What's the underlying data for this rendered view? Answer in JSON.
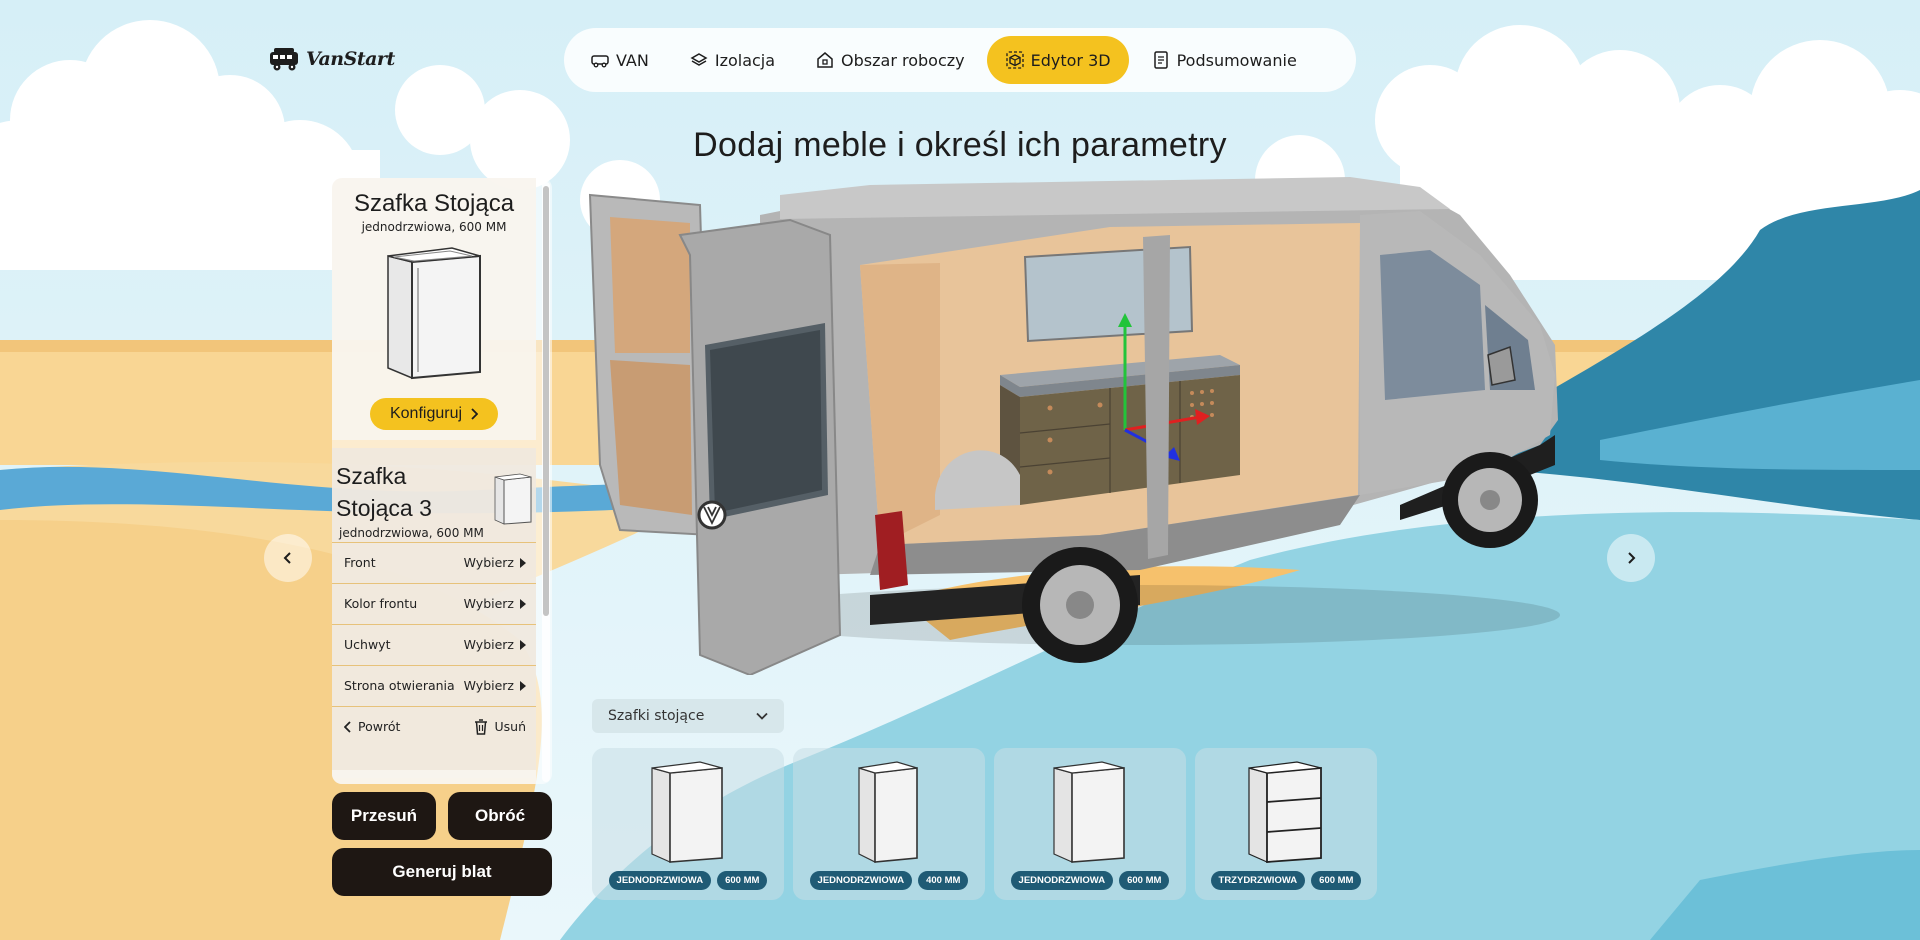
{
  "brand": {
    "name": "VanStart"
  },
  "nav": {
    "items": [
      {
        "label": "VAN",
        "icon": "van-icon"
      },
      {
        "label": "Izolacja",
        "icon": "layers-icon"
      },
      {
        "label": "Obszar roboczy",
        "icon": "workspace-icon"
      },
      {
        "label": "Edytor 3D",
        "icon": "cube-icon",
        "active": true
      },
      {
        "label": "Podsumowanie",
        "icon": "document-icon"
      }
    ]
  },
  "page": {
    "title": "Dodaj meble i określ ich parametry"
  },
  "panel": {
    "card1": {
      "title": "Szafka Stojąca",
      "subtitle": "jednodrzwiowa, 600 MM",
      "configure_label": "Konfiguruj"
    },
    "card2": {
      "title": "Szafka Stojąca 3",
      "subtitle": "jednodrzwiowa, 600 MM",
      "options": [
        {
          "label": "Front",
          "value": "Wybierz"
        },
        {
          "label": "Kolor frontu",
          "value": "Wybierz"
        },
        {
          "label": "Uchwyt",
          "value": "Wybierz"
        },
        {
          "label": "Strona otwierania",
          "value": "Wybierz"
        }
      ],
      "back_label": "Powrót",
      "delete_label": "Usuń"
    }
  },
  "actions": {
    "move_label": "Przesuń",
    "rotate_label": "Obróć",
    "generate_label": "Generuj blat"
  },
  "catalog": {
    "category": "Szafki stojące",
    "items": [
      {
        "type": "JEDNODRZWIOWA",
        "size": "600 MM"
      },
      {
        "type": "JEDNODRZWIOWA",
        "size": "400 MM"
      },
      {
        "type": "JEDNODRZWIOWA",
        "size": "600 MM"
      },
      {
        "type": "TRZYDRZWIOWA",
        "size": "600 MM"
      }
    ]
  },
  "colors": {
    "accent": "#f4c21f",
    "dark": "#1e1713",
    "tag": "#1f5b75"
  }
}
